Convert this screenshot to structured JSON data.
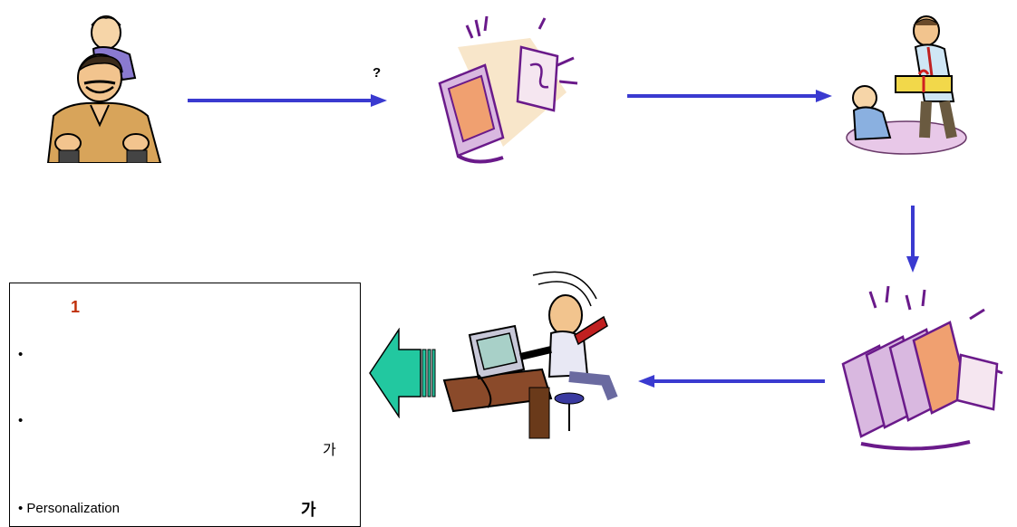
{
  "flow": {
    "question_mark": "?"
  },
  "illustrations": [
    {
      "name": "father-and-child"
    },
    {
      "name": "computer-with-money"
    },
    {
      "name": "man-giving-gift-to-child"
    },
    {
      "name": "multiple-computers-with-money"
    },
    {
      "name": "frustrated-man-at-computer"
    }
  ],
  "info_box": {
    "title": "1",
    "bullets": [
      "•",
      "•",
      "• Personalization"
    ],
    "ga_small": "가",
    "ga_bold": "가"
  },
  "colors": {
    "arrow_blue": "#3a3ad0",
    "big_arrow_green": "#22c8a0",
    "title_red": "#c0300a"
  }
}
